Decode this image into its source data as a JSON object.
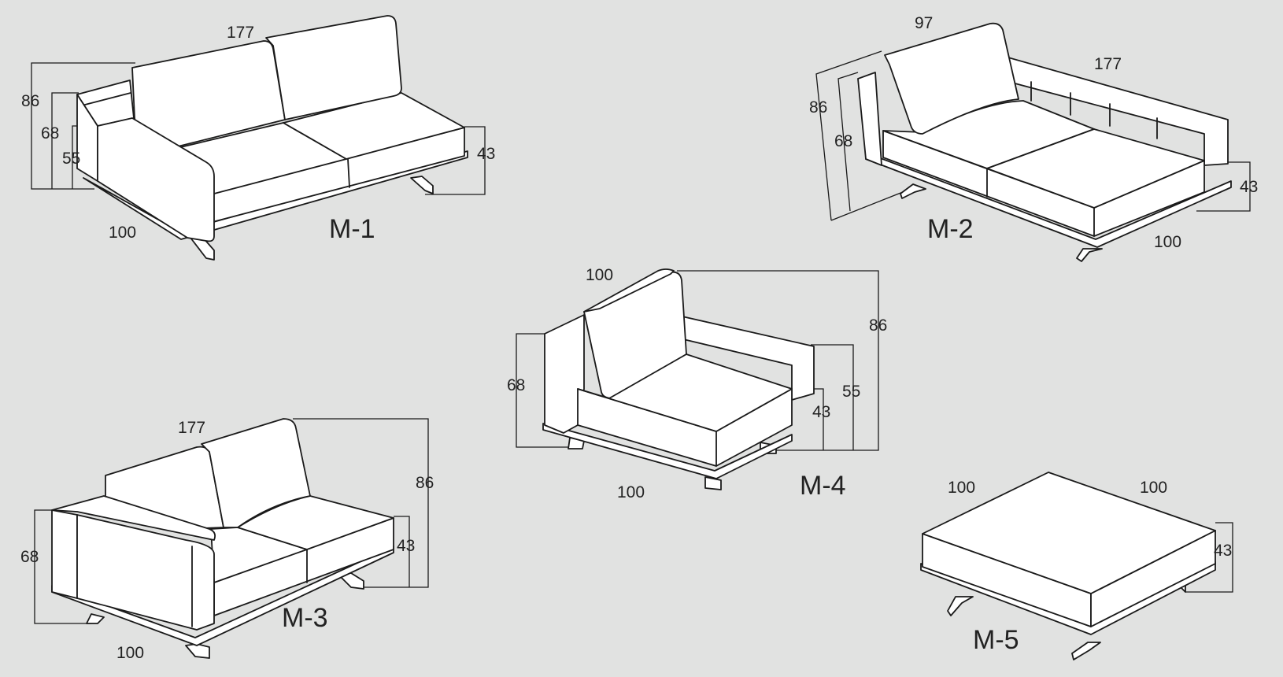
{
  "modules": [
    {
      "label": "M-1",
      "dims": {
        "width": "177",
        "height": "86",
        "arm_height": "68",
        "inner_arm": "55",
        "seat": "43",
        "depth": "100"
      }
    },
    {
      "label": "M-2",
      "dims": {
        "back_width": "97",
        "length": "177",
        "height": "86",
        "arm_height": "68",
        "seat": "43",
        "depth": "100"
      }
    },
    {
      "label": "M-3",
      "dims": {
        "width": "177",
        "height": "86",
        "arm_height": "68",
        "seat": "43",
        "depth": "100"
      }
    },
    {
      "label": "M-4",
      "dims": {
        "width": "100",
        "height": "86",
        "arm_height": "68",
        "inner_arm": "55",
        "seat": "43",
        "depth": "100"
      }
    },
    {
      "label": "M-5",
      "dims": {
        "width": "100",
        "length": "100",
        "seat": "43"
      }
    }
  ],
  "colors": {
    "background": "#e1e2e1",
    "line": "#1a1a1a",
    "fill": "#ffffff"
  }
}
